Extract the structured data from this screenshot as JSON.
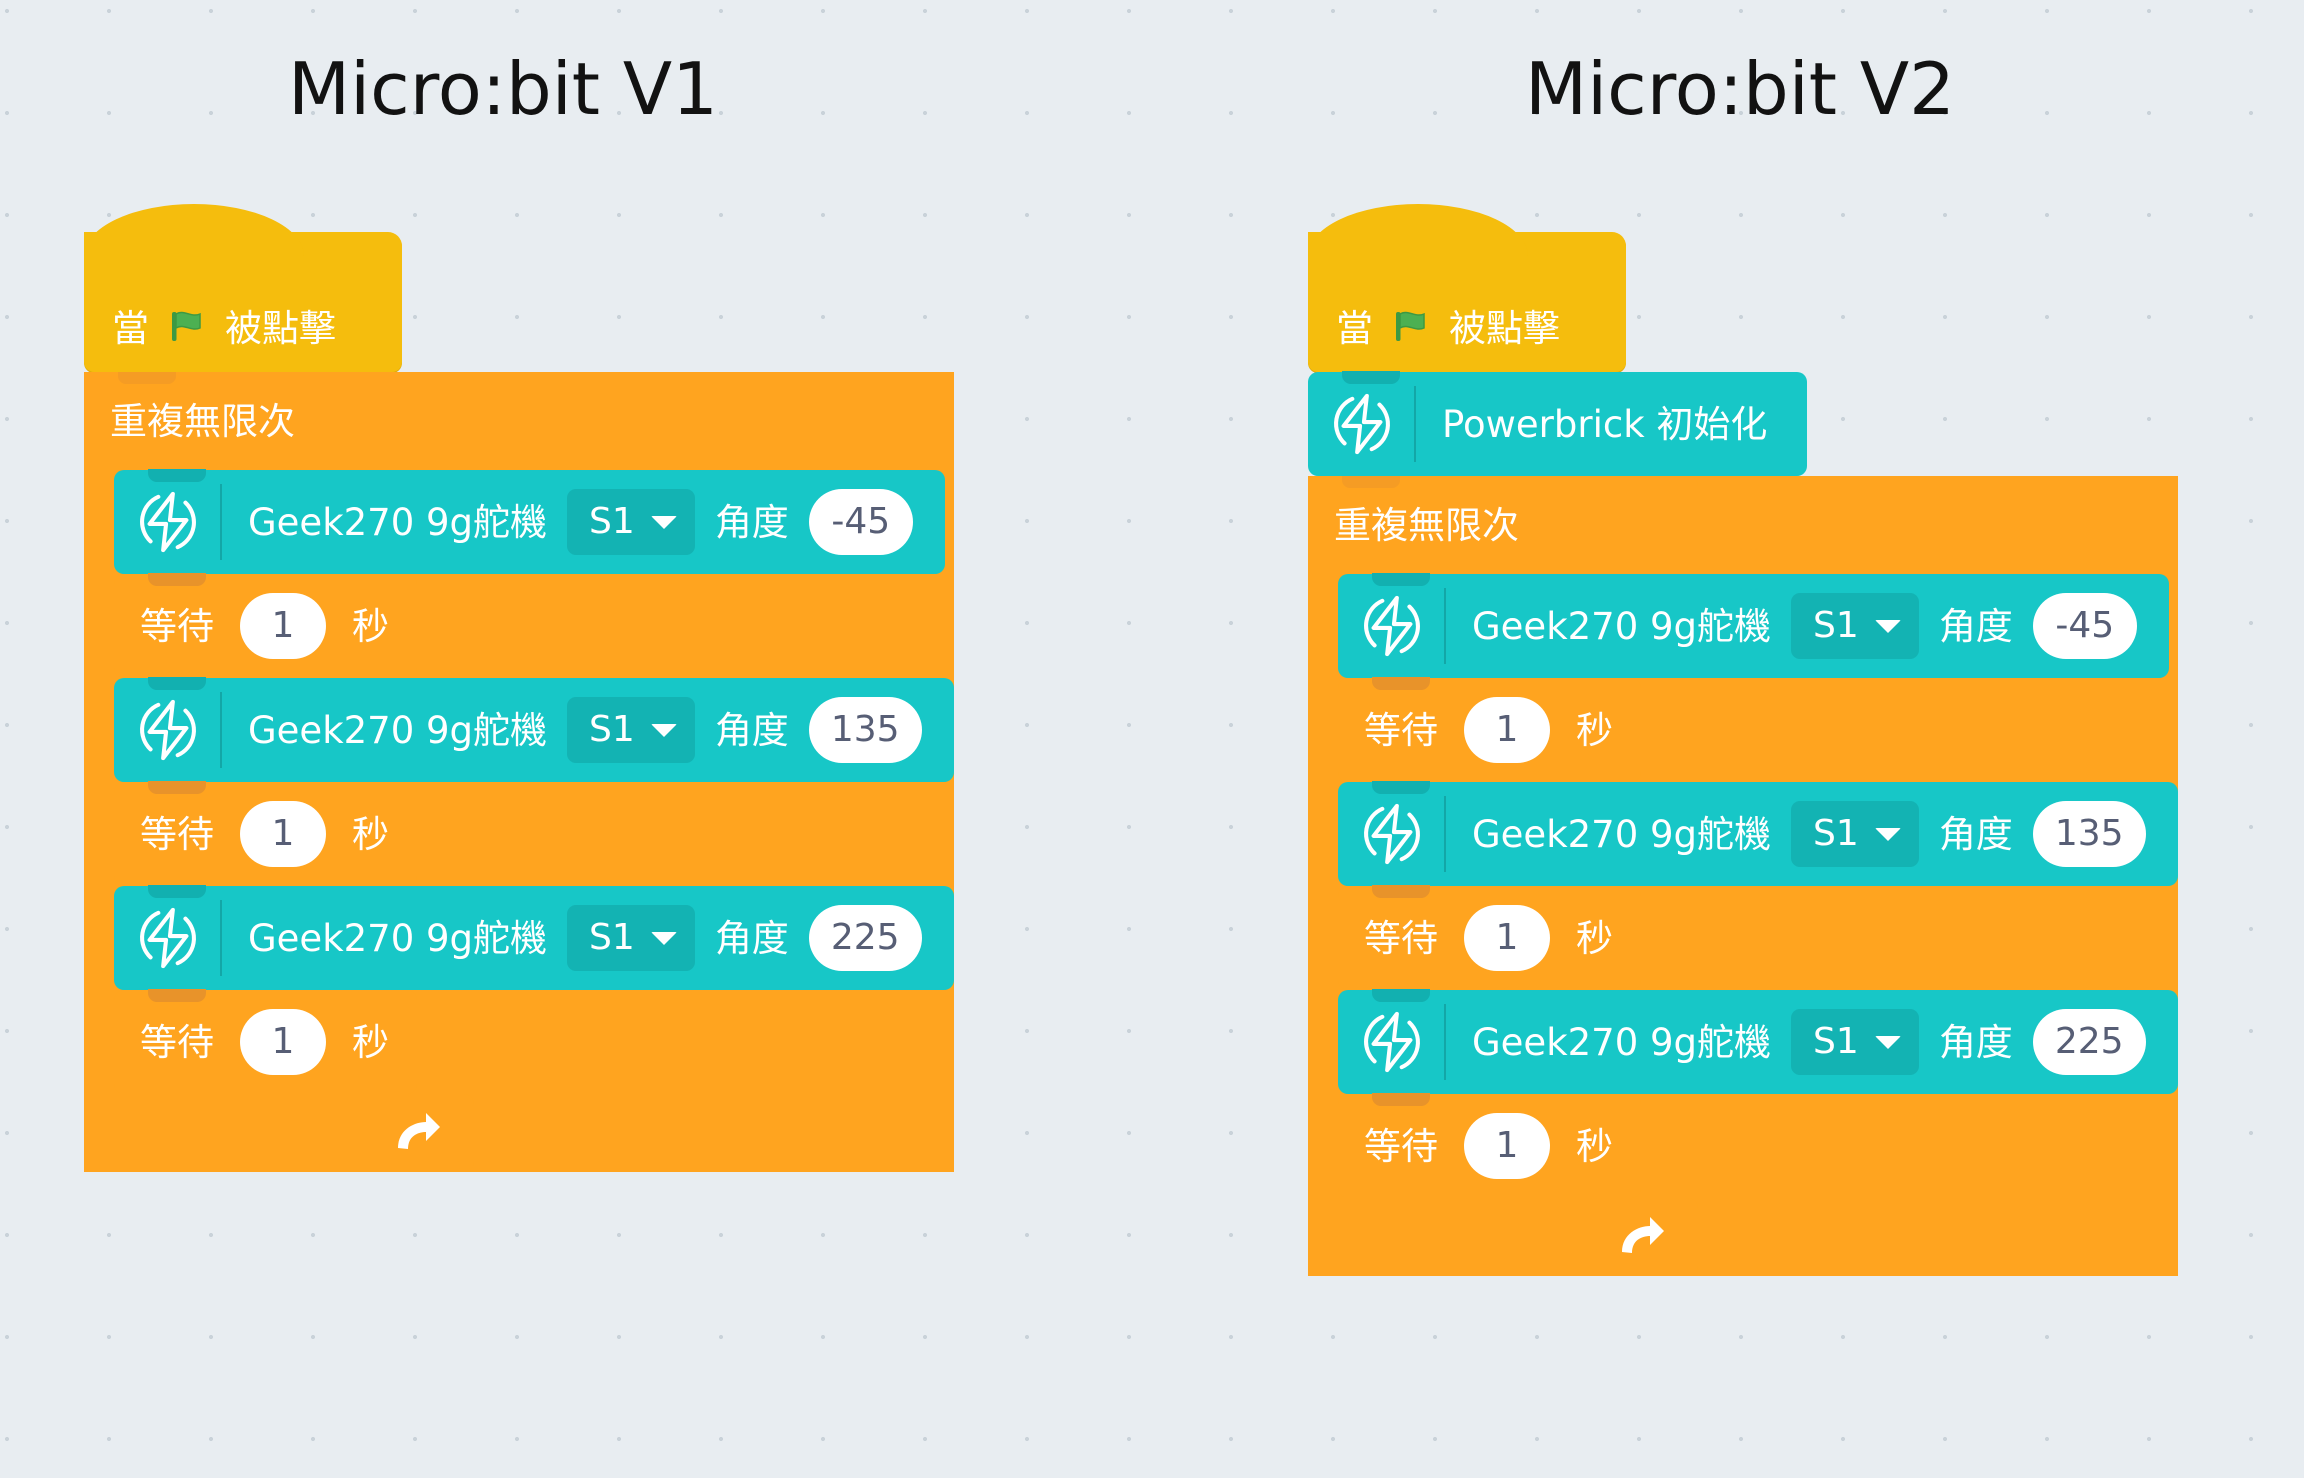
{
  "page": {
    "background_color": "#e8edf1",
    "grid_dot_color": "#c9d2d9"
  },
  "colors": {
    "hat_yellow": "#f5bd0d",
    "control_orange": "#ffa41f",
    "powerbrick_teal": "#17c7c7",
    "dropdown_teal": "#13b3b3",
    "input_text": "#575e75",
    "flag_green": "#4cb052"
  },
  "columns": [
    {
      "id": "v1",
      "title": "Micro:bit V1",
      "script": {
        "hat": {
          "prefix_label": "當",
          "icon": "green-flag-icon",
          "suffix_label": "被點擊"
        },
        "init_block": null,
        "loop": {
          "label": "重複無限次",
          "arrow_icon": "loop-arrow-icon",
          "children": [
            {
              "type": "servo",
              "icon": "powerbrick-lightning-icon",
              "label": "Geek270 9g舵機",
              "port": "S1",
              "port_caret": "chevron-down-icon",
              "angle_label": "角度",
              "angle_value": "-45"
            },
            {
              "type": "wait",
              "prefix_label": "等待",
              "value": "1",
              "suffix_label": "秒"
            },
            {
              "type": "servo",
              "icon": "powerbrick-lightning-icon",
              "label": "Geek270 9g舵機",
              "port": "S1",
              "port_caret": "chevron-down-icon",
              "angle_label": "角度",
              "angle_value": "135"
            },
            {
              "type": "wait",
              "prefix_label": "等待",
              "value": "1",
              "suffix_label": "秒"
            },
            {
              "type": "servo",
              "icon": "powerbrick-lightning-icon",
              "label": "Geek270 9g舵機",
              "port": "S1",
              "port_caret": "chevron-down-icon",
              "angle_label": "角度",
              "angle_value": "225"
            },
            {
              "type": "wait",
              "prefix_label": "等待",
              "value": "1",
              "suffix_label": "秒"
            }
          ]
        }
      }
    },
    {
      "id": "v2",
      "title": "Micro:bit V2",
      "script": {
        "hat": {
          "prefix_label": "當",
          "icon": "green-flag-icon",
          "suffix_label": "被點擊"
        },
        "init_block": {
          "type": "init",
          "icon": "powerbrick-lightning-icon",
          "label": "Powerbrick 初始化"
        },
        "loop": {
          "label": "重複無限次",
          "arrow_icon": "loop-arrow-icon",
          "children": [
            {
              "type": "servo",
              "icon": "powerbrick-lightning-icon",
              "label": "Geek270 9g舵機",
              "port": "S1",
              "port_caret": "chevron-down-icon",
              "angle_label": "角度",
              "angle_value": "-45"
            },
            {
              "type": "wait",
              "prefix_label": "等待",
              "value": "1",
              "suffix_label": "秒"
            },
            {
              "type": "servo",
              "icon": "powerbrick-lightning-icon",
              "label": "Geek270 9g舵機",
              "port": "S1",
              "port_caret": "chevron-down-icon",
              "angle_label": "角度",
              "angle_value": "135"
            },
            {
              "type": "wait",
              "prefix_label": "等待",
              "value": "1",
              "suffix_label": "秒"
            },
            {
              "type": "servo",
              "icon": "powerbrick-lightning-icon",
              "label": "Geek270 9g舵機",
              "port": "S1",
              "port_caret": "chevron-down-icon",
              "angle_label": "角度",
              "angle_value": "225"
            },
            {
              "type": "wait",
              "prefix_label": "等待",
              "value": "1",
              "suffix_label": "秒"
            }
          ]
        }
      }
    }
  ]
}
